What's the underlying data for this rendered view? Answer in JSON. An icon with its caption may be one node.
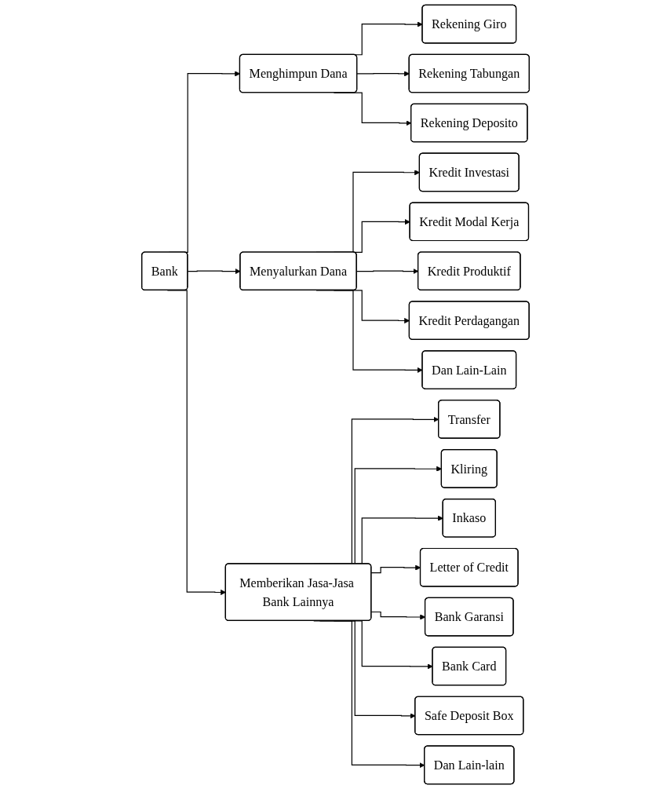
{
  "diagram": {
    "nodes": [
      {
        "text": [
          "Bank"
        ]
      },
      {
        "text": [
          "Menghimpun Dana"
        ]
      },
      {
        "text": [
          "Menyalurkan Dana"
        ]
      },
      {
        "text": [
          "Memberikan Jasa-Jasa Bank Lainnya"
        ]
      },
      {
        "text": [
          "Rekening Giro"
        ]
      },
      {
        "text": [
          "Rekening Tabungan"
        ]
      },
      {
        "text": [
          "Rekening Deposito"
        ]
      },
      {
        "text": [
          "Kredit Investasi"
        ]
      },
      {
        "text": [
          "Kredit Modal Kerja"
        ]
      },
      {
        "text": [
          "Kredit Produktif"
        ]
      },
      {
        "text": [
          "Kredit Perdagangan"
        ]
      },
      {
        "text": [
          "Dan Lain-Lain"
        ]
      },
      {
        "text": [
          "Transfer"
        ]
      },
      {
        "text": [
          "Kliring"
        ]
      },
      {
        "text": [
          "Inkaso"
        ]
      },
      {
        "text": [
          "Letter of Credit"
        ]
      },
      {
        "text": [
          "Bank Garansi"
        ]
      },
      {
        "text": [
          "Bank Card"
        ]
      },
      {
        "text": [
          "Safe Deposit Box"
        ]
      },
      {
        "text": [
          "Dan Lain-lain"
        ]
      }
    ],
    "edges": [
      {
        "from": 0,
        "to": 1,
        "arrow": "to"
      },
      {
        "from": 0,
        "to": 2,
        "arrow": "to"
      },
      {
        "from": 0,
        "to": 3,
        "arrow": "to"
      },
      {
        "from": 1,
        "to": 4,
        "arrow": "to"
      },
      {
        "from": 1,
        "to": 5,
        "arrow": "to"
      },
      {
        "from": 1,
        "to": 6,
        "arrow": "to"
      },
      {
        "from": 2,
        "to": 7,
        "arrow": "to"
      },
      {
        "from": 2,
        "to": 8,
        "arrow": "to"
      },
      {
        "from": 2,
        "to": 9,
        "arrow": "to"
      },
      {
        "from": 2,
        "to": 10,
        "arrow": "to"
      },
      {
        "from": 2,
        "to": 11,
        "arrow": "to"
      },
      {
        "from": 3,
        "to": 12,
        "arrow": "to"
      },
      {
        "from": 3,
        "to": 13,
        "arrow": "to"
      },
      {
        "from": 3,
        "to": 14,
        "arrow": "to"
      },
      {
        "from": 3,
        "to": 15,
        "arrow": "to"
      },
      {
        "from": 3,
        "to": 16,
        "arrow": "to"
      },
      {
        "from": 3,
        "to": 17,
        "arrow": "to"
      },
      {
        "from": 3,
        "to": 18,
        "arrow": "to"
      },
      {
        "from": 3,
        "to": 19,
        "arrow": "to"
      }
    ]
  }
}
